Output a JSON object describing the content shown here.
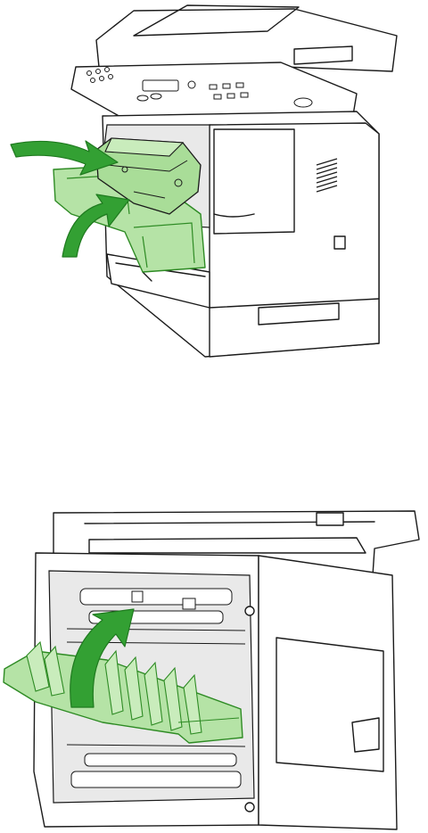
{
  "figures": [
    {
      "id": "top",
      "subject": "printer-front-door-open",
      "highlight": "print-cartridge",
      "arrows": 2
    },
    {
      "id": "bottom",
      "subject": "printer-rear-door-open",
      "highlight": "rear-output-door",
      "arrows": 1
    }
  ],
  "colors": {
    "highlight_fill": "#b5e3a6",
    "highlight_stroke": "#2e8b24",
    "arrow_fill": "#33a033",
    "arrow_stroke": "#1f7a1f",
    "outline": "#1a1a1a",
    "background": "#ffffff"
  },
  "icons": [
    "printer-front-icon",
    "print-cartridge-icon",
    "insert-arrow-icon",
    "printer-rear-icon",
    "rear-door-icon",
    "close-door-arrow-icon"
  ]
}
